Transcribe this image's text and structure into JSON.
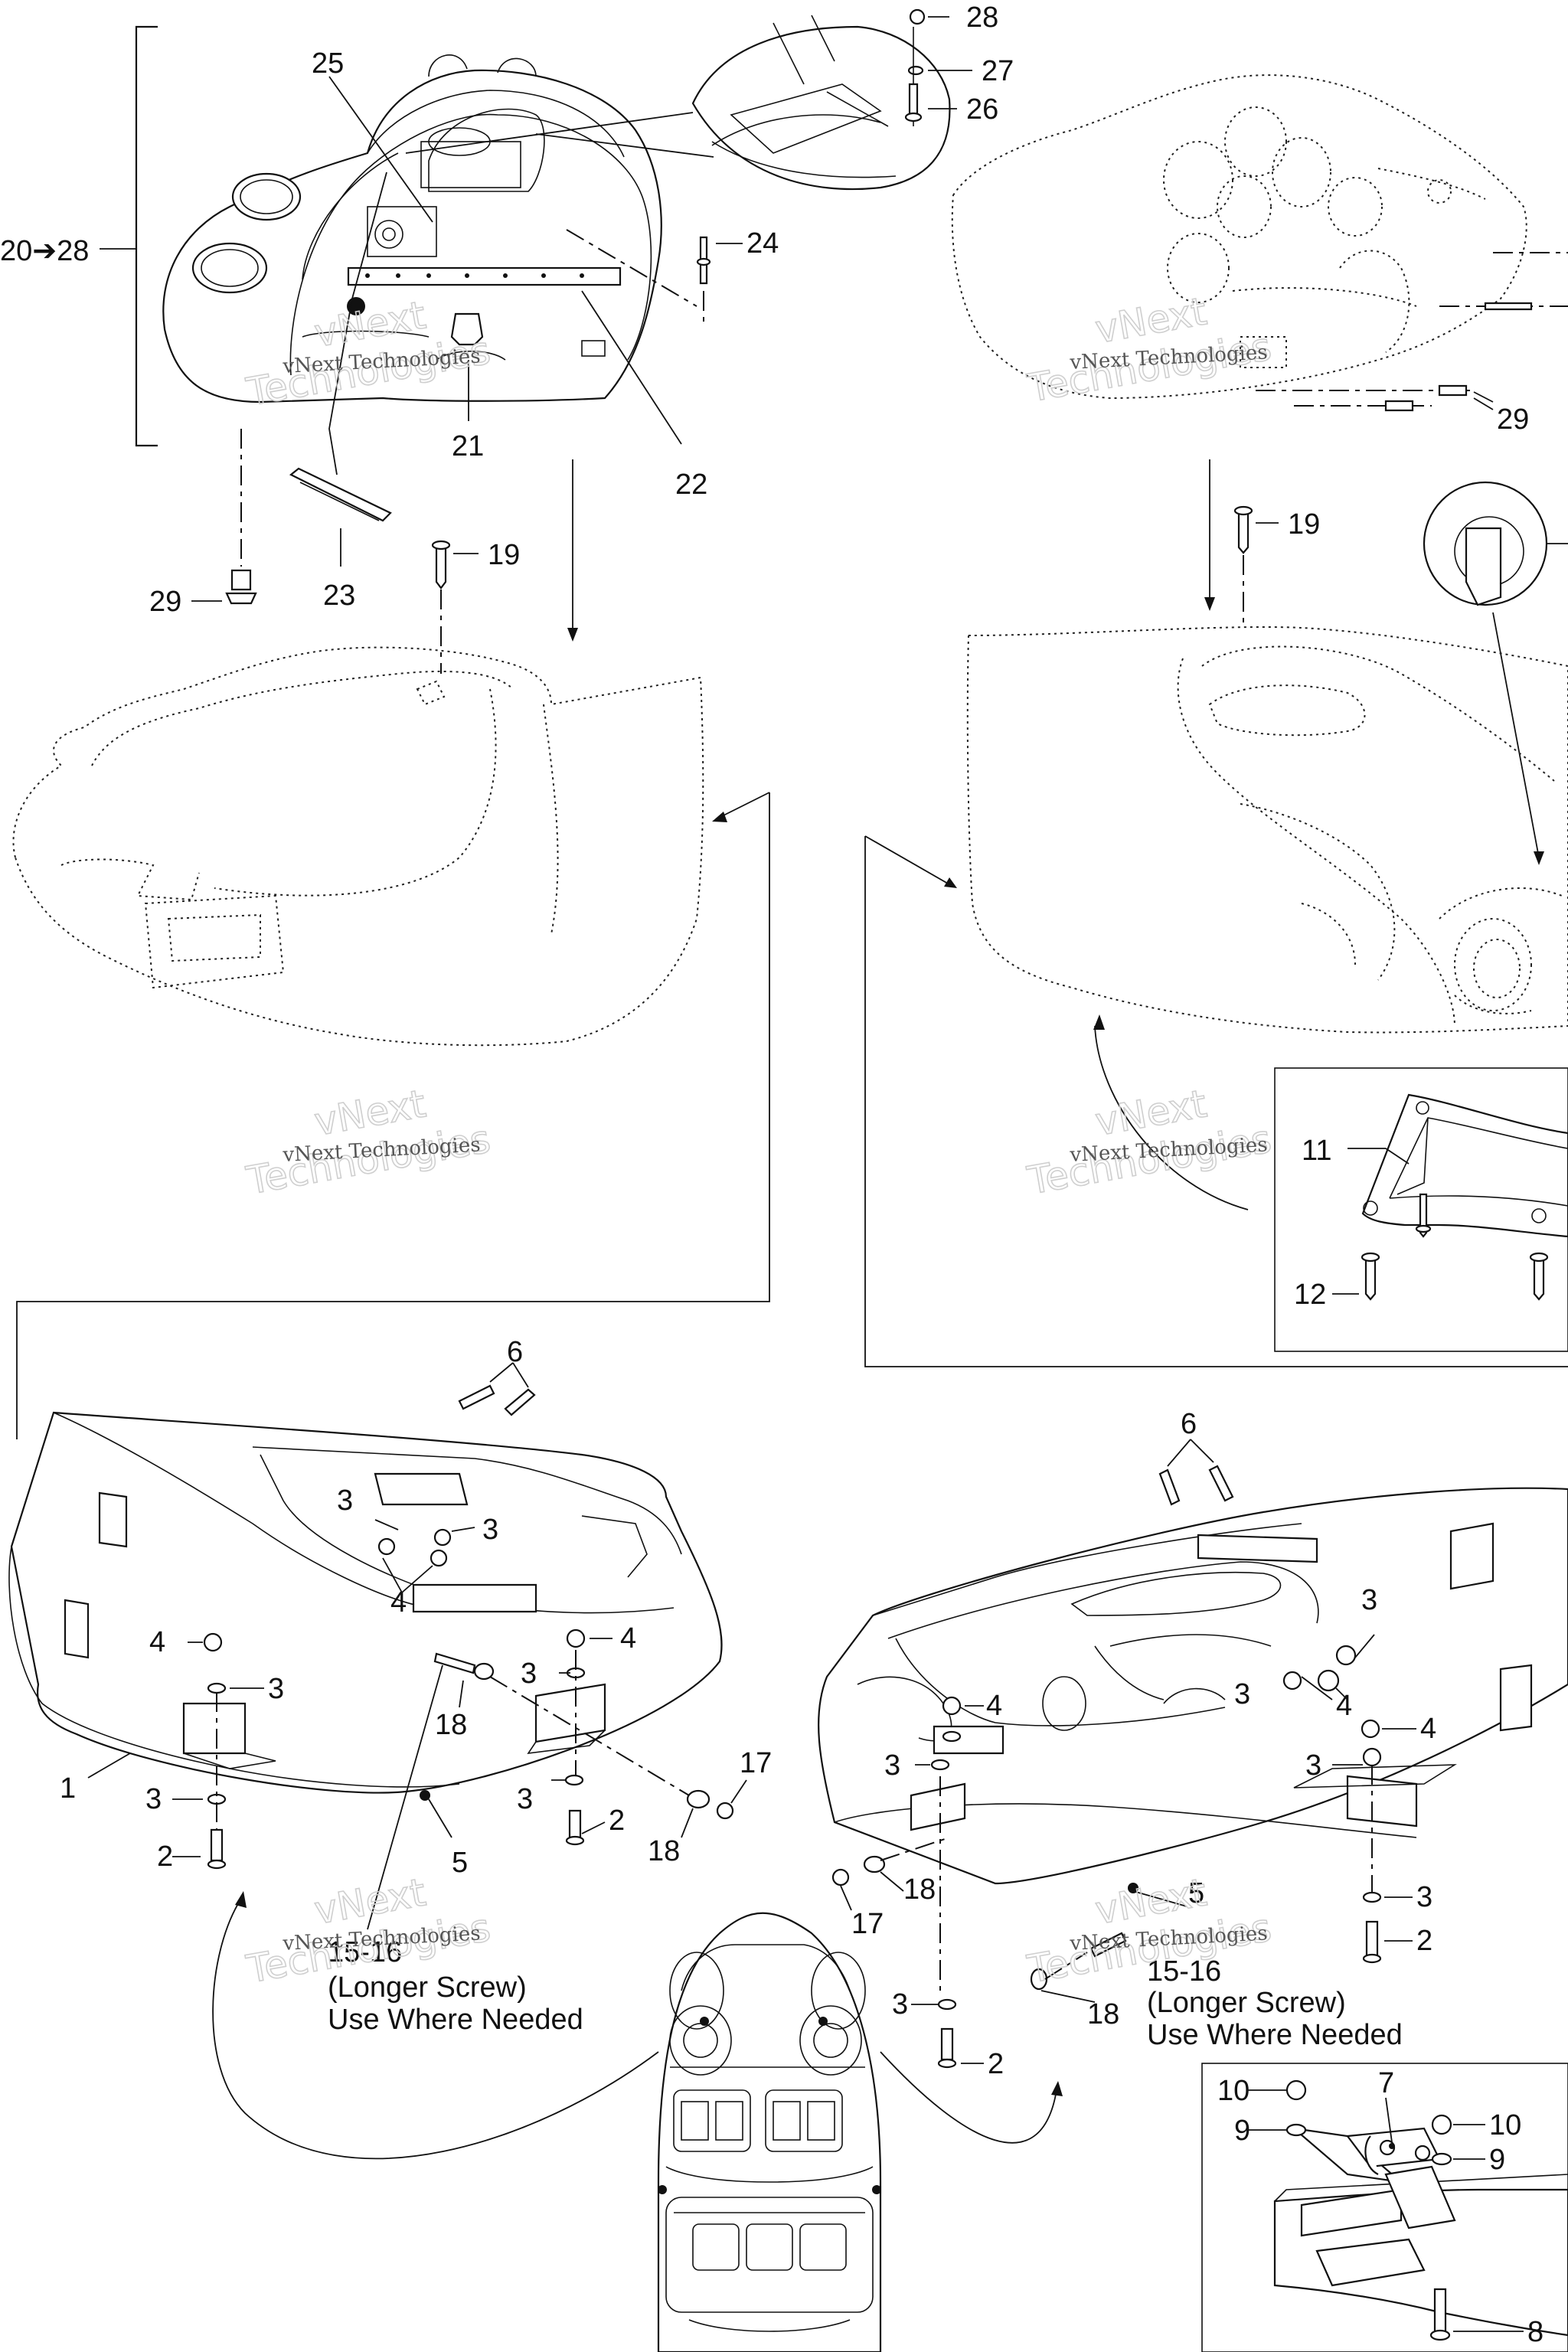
{
  "callouts": {
    "range_20_28": "20➔28",
    "n1": "1",
    "n2": "2",
    "n3": "3",
    "n4": "4",
    "n5": "5",
    "n6": "6",
    "n7": "7",
    "n8": "8",
    "n9": "9",
    "n10": "10",
    "n11": "11",
    "n12": "12",
    "n17": "17",
    "n18": "18",
    "n19": "19",
    "n21": "21",
    "n22": "22",
    "n23": "23",
    "n24": "24",
    "n25": "25",
    "n26": "26",
    "n27": "27",
    "n28": "28",
    "n29": "29",
    "n15_16": "15-16"
  },
  "notes": {
    "longer_screw": "(Longer Screw)",
    "use_where_needed": "Use Where Needed"
  },
  "watermark": {
    "line1": "vNext Technologies",
    "line2a": "vNext",
    "line2b": "Technologies"
  }
}
